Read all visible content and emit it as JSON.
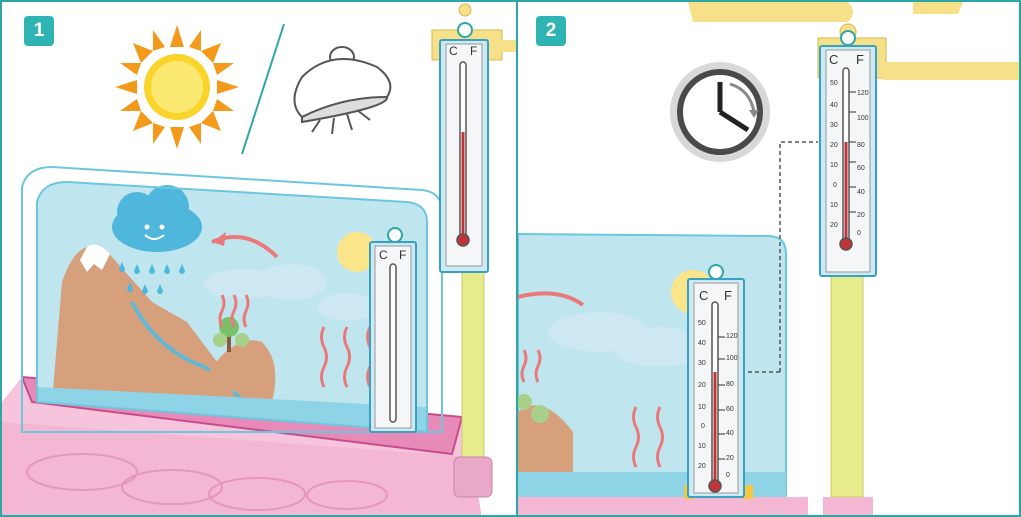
{
  "panels": [
    {
      "step": "1"
    },
    {
      "step": "2"
    }
  ],
  "thermometer": {
    "unit_c": "C",
    "unit_f": "F",
    "c_ticks": [
      "50",
      "40",
      "30",
      "20",
      "10",
      "0",
      "10",
      "20"
    ],
    "f_ticks": [
      "120",
      "100",
      "80",
      "60",
      "40",
      "20",
      "0"
    ]
  },
  "icons": [
    "sun-icon",
    "lamp-icon",
    "clock-icon",
    "cloud-icon",
    "mountain-icon",
    "tree-icon"
  ],
  "colors": {
    "frame": "#2fa6a6",
    "badge": "#2fb3b3",
    "tank_water": "#bfe6ef",
    "base_pink": "#f6c4dc",
    "mercury": "#c0343a",
    "sun": "#f9c824",
    "pole": "#e6ec8c"
  }
}
